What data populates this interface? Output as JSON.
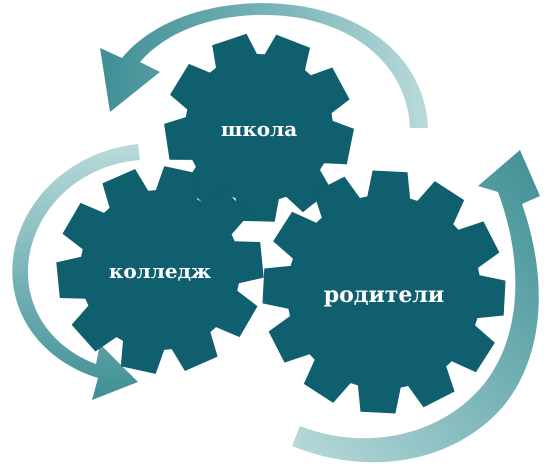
{
  "colors": {
    "gear": "#0f5f6e",
    "arrow_light": "#a8d0d0",
    "arrow_dark": "#3f8f95",
    "text": "#ffffff"
  },
  "diagram": {
    "gears": [
      {
        "id": "school",
        "label": "школа"
      },
      {
        "id": "college",
        "label": "колледж"
      },
      {
        "id": "parents",
        "label": "родители"
      }
    ],
    "arrows": [
      {
        "id": "top",
        "icon": "curved-arrow-icon"
      },
      {
        "id": "left",
        "icon": "curved-arrow-icon"
      },
      {
        "id": "right",
        "icon": "curved-arrow-icon"
      }
    ]
  }
}
